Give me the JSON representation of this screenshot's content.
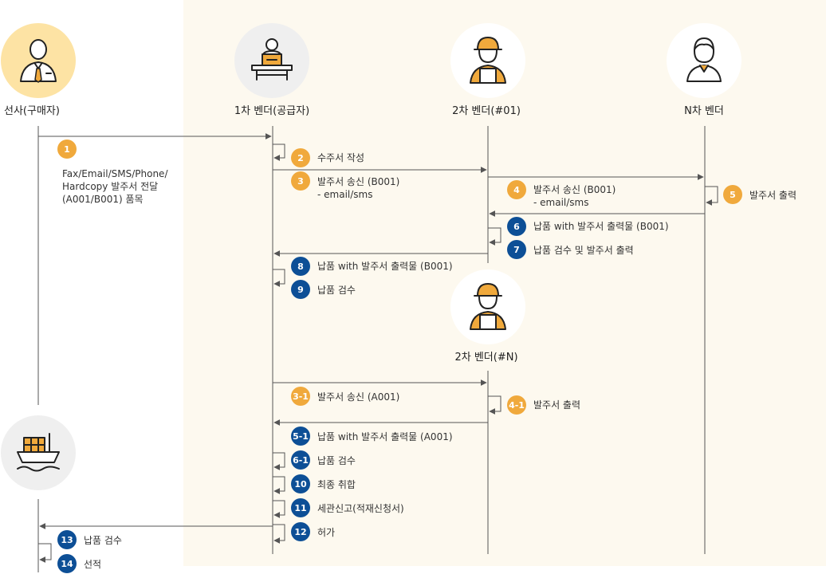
{
  "colors": {
    "orange": "#f0a93c",
    "navy": "#0d4f96",
    "panel": "#fdf9ef",
    "line": "#555555",
    "circle_gray": "#efefef",
    "circle_buyer": "#fde3a4"
  },
  "actors": [
    {
      "name": "buyer",
      "label": "선사(구매자)",
      "icon": "buyer-person-icon"
    },
    {
      "name": "vendor1",
      "label": "1차 벤더(공급자)",
      "icon": "laptop-desk-worker-icon"
    },
    {
      "name": "vendor2-01",
      "label": "2차 벤더(#01)",
      "icon": "hardhat-worker-icon"
    },
    {
      "name": "vendorN",
      "label": "N차 벤더",
      "icon": "person-outline-icon"
    },
    {
      "name": "vendor2-N",
      "label": "2차 벤더(#N)",
      "icon": "hardhat-worker-icon"
    },
    {
      "name": "ship",
      "label": "",
      "icon": "cargo-ship-icon"
    }
  ],
  "steps": [
    {
      "num": "1",
      "color": "orange",
      "lines": [
        "Fax/Email/SMS/Phone/",
        "Hardcopy 발주서 전달",
        "(A001/B001) 품목"
      ]
    },
    {
      "num": "2",
      "color": "orange",
      "lines": [
        "수주서 작성"
      ]
    },
    {
      "num": "3",
      "color": "orange",
      "lines": [
        "발주서 송신 (B001)",
        "- email/sms"
      ]
    },
    {
      "num": "4",
      "color": "orange",
      "lines": [
        "발주서 송신 (B001)",
        "- email/sms"
      ]
    },
    {
      "num": "5",
      "color": "orange",
      "lines": [
        "발주서 출력"
      ]
    },
    {
      "num": "6",
      "color": "navy",
      "lines": [
        "납품 with 발주서 출력물 (B001)"
      ]
    },
    {
      "num": "7",
      "color": "navy",
      "lines": [
        "납품 검수 및 발주서 출력"
      ]
    },
    {
      "num": "8",
      "color": "navy",
      "lines": [
        "납품 with 발주서 출력물 (B001)"
      ]
    },
    {
      "num": "9",
      "color": "navy",
      "lines": [
        "납품 검수"
      ]
    },
    {
      "num": "3-1",
      "color": "orange",
      "lines": [
        "발주서 송신 (A001)"
      ]
    },
    {
      "num": "4-1",
      "color": "orange",
      "lines": [
        "발주서 출력"
      ]
    },
    {
      "num": "5-1",
      "color": "navy",
      "lines": [
        "납품 with 발주서 출력물 (A001)"
      ]
    },
    {
      "num": "6-1",
      "color": "navy",
      "lines": [
        "납품 검수"
      ]
    },
    {
      "num": "10",
      "color": "navy",
      "lines": [
        "최종 취합"
      ]
    },
    {
      "num": "11",
      "color": "navy",
      "lines": [
        "세관신고(적재신청서)"
      ]
    },
    {
      "num": "12",
      "color": "navy",
      "lines": [
        "허가"
      ]
    },
    {
      "num": "13",
      "color": "navy",
      "lines": [
        "납품 검수"
      ]
    },
    {
      "num": "14",
      "color": "navy",
      "lines": [
        "선적"
      ]
    }
  ]
}
